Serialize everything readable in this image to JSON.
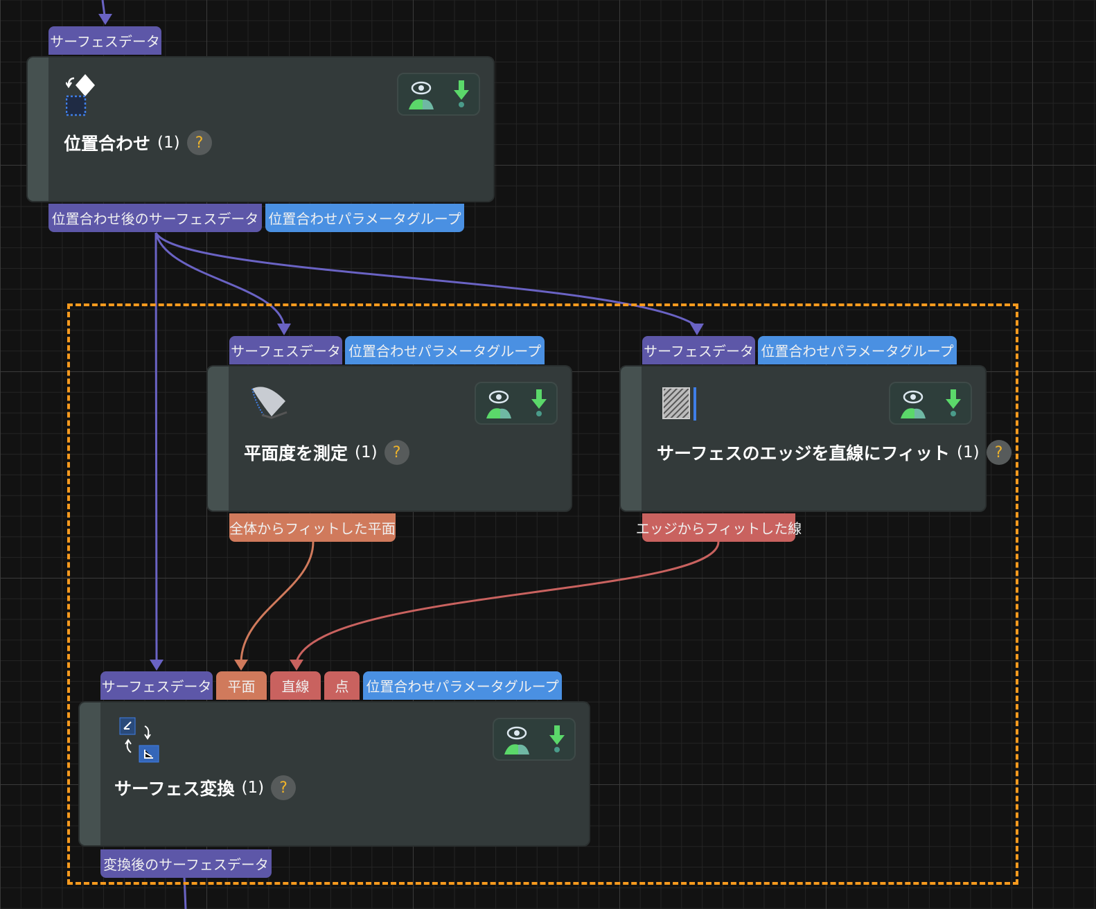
{
  "colors": {
    "surface_port": "#5d57a8",
    "param_port": "#4a90e2",
    "plane_port": "#d07a5c",
    "line_port": "#c9625f",
    "group_border": "#f79a1e"
  },
  "nodes": [
    {
      "id": "align",
      "title": "位置合わせ",
      "count": "(1)",
      "help": "?",
      "icon": "align-icon",
      "inputs": [
        "サーフェスデータ"
      ],
      "outputs": [
        "位置合わせ後のサーフェスデータ",
        "位置合わせパラメータグループ"
      ]
    },
    {
      "id": "flatness",
      "title": "平面度を測定",
      "count": "(1)",
      "help": "?",
      "icon": "flatness-icon",
      "inputs": [
        "サーフェスデータ",
        "位置合わせパラメータグループ"
      ],
      "outputs": [
        "全体からフィットした平面"
      ]
    },
    {
      "id": "edgefit",
      "title": "サーフェスのエッジを直線にフィット",
      "count": "(1)",
      "help": "?",
      "icon": "edge-fit-icon",
      "inputs": [
        "サーフェスデータ",
        "位置合わせパラメータグループ"
      ],
      "outputs": [
        "エッジからフィットした線"
      ]
    },
    {
      "id": "transform",
      "title": "サーフェス変換",
      "count": "(1)",
      "help": "?",
      "icon": "surface-transform-icon",
      "inputs": [
        "サーフェスデータ",
        "平面",
        "直線",
        "点",
        "位置合わせパラメータグループ"
      ],
      "outputs": [
        "変換後のサーフェスデータ"
      ]
    }
  ]
}
